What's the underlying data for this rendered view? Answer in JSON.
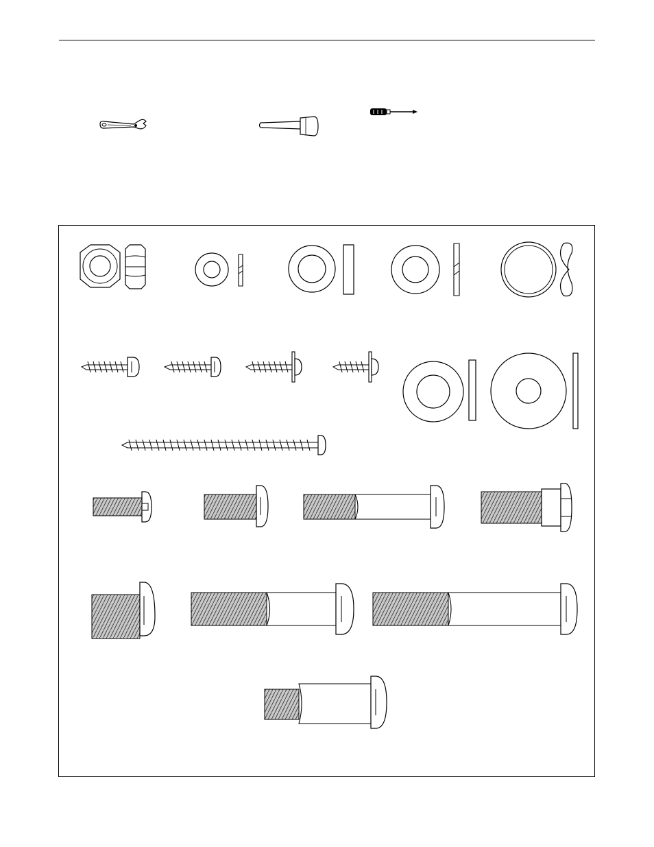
{
  "page": {
    "tools": [
      {
        "name": "adjustable-wrench",
        "icon": "adjustable-wrench-icon"
      },
      {
        "name": "rubber-mallet",
        "icon": "rubber-mallet-icon"
      },
      {
        "name": "phillips-screwdriver",
        "icon": "phillips-screwdriver-icon"
      }
    ],
    "hardware_parts": [
      "nut",
      "nylon-locknut",
      "small-split-washer",
      "flat-washer",
      "large-split-washer",
      "retaining-clip",
      "screw",
      "screw",
      "screw",
      "screw",
      "washer",
      "large-washer",
      "long-screw",
      "bolt",
      "bolt",
      "bolt",
      "shoulder-bolt",
      "bolt",
      "bolt",
      "bolt",
      "shoulder-bolt"
    ],
    "colors": {
      "line": "#000000",
      "thread_fill": "#c8c8c8",
      "background": "#ffffff"
    }
  }
}
